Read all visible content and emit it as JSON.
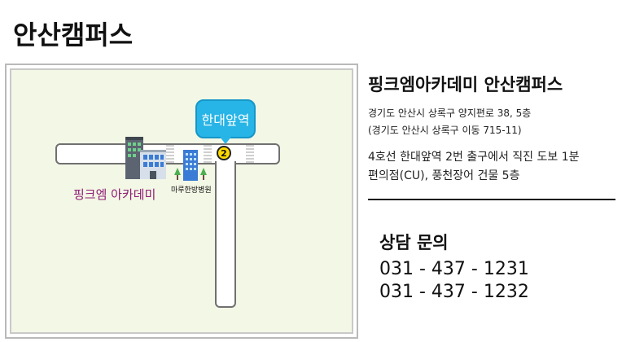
{
  "page": {
    "title": "안산캠퍼스"
  },
  "map": {
    "station_label": "한대앞역",
    "exit_number": "2",
    "academy_label": "핑크엠 아카데미",
    "hospital_label": "마루한방병원"
  },
  "info": {
    "name": "핑크엠아카데미 안산캠퍼스",
    "address_road": "경기도 안산시 상록구 양지편로 38, 5층",
    "address_lot": "(경기도 안산시 상록구 이동 715-11)",
    "directions_line1": "4호선 한대앞역 2번 출구에서 직진 도보 1분",
    "directions_line2": "편의점(CU), 풍천장어 건물 5층"
  },
  "contact": {
    "title": "상담 문의",
    "phones": [
      "031 - 437 - 1231",
      "031 - 437 - 1232"
    ]
  },
  "colors": {
    "map_bg": "#f3f7e6",
    "station_blue": "#27b4e6",
    "academy_purple": "#8e1b73",
    "exit_yellow": "#ffd800"
  },
  "icons": [
    "office-building-icon",
    "hospital-building-icon",
    "tree-icon"
  ]
}
